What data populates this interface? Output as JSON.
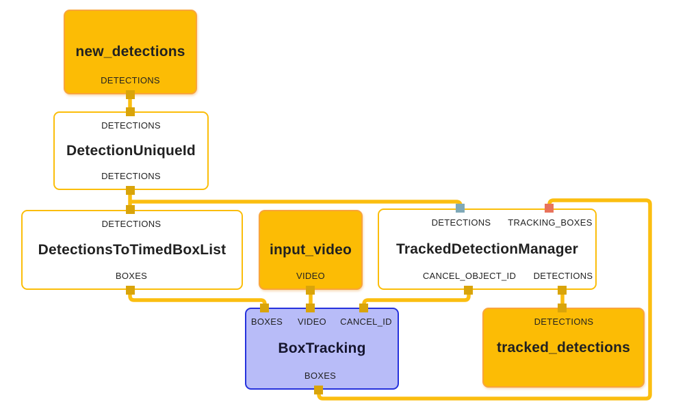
{
  "diagram": {
    "background": "#ffffff",
    "colors": {
      "wire": "#FBBE10",
      "port_stub": "#D9A40A",
      "port_stub_teal": "#7FA9B8",
      "port_stub_red": "#E8735C",
      "orange_fill": "#FCBC05",
      "orange_border": "#F9A43B",
      "process_border": "#FBBD08",
      "tracker_fill": "#B8BCF8",
      "tracker_border": "#2430DC"
    },
    "nodes": {
      "new_detections": {
        "title": "new_detections",
        "output_port": "DETECTIONS"
      },
      "detection_unique_id": {
        "title": "DetectionUniqueId",
        "input_port": "DETECTIONS",
        "output_port": "DETECTIONS"
      },
      "detections_to_timed_box_list": {
        "title": "DetectionsToTimedBoxList",
        "input_port": "DETECTIONS",
        "output_port": "BOXES"
      },
      "input_video": {
        "title": "input_video",
        "output_port": "VIDEO"
      },
      "tracked_detection_manager": {
        "title": "TrackedDetectionManager",
        "input_ports": [
          "DETECTIONS",
          "TRACKING_BOXES"
        ],
        "output_ports": [
          "CANCEL_OBJECT_ID",
          "DETECTIONS"
        ]
      },
      "box_tracking": {
        "title": "BoxTracking",
        "input_ports": [
          "BOXES",
          "VIDEO",
          "CANCEL_ID"
        ],
        "output_port": "BOXES"
      },
      "tracked_detections": {
        "title": "tracked_detections",
        "input_port": "DETECTIONS"
      }
    }
  }
}
